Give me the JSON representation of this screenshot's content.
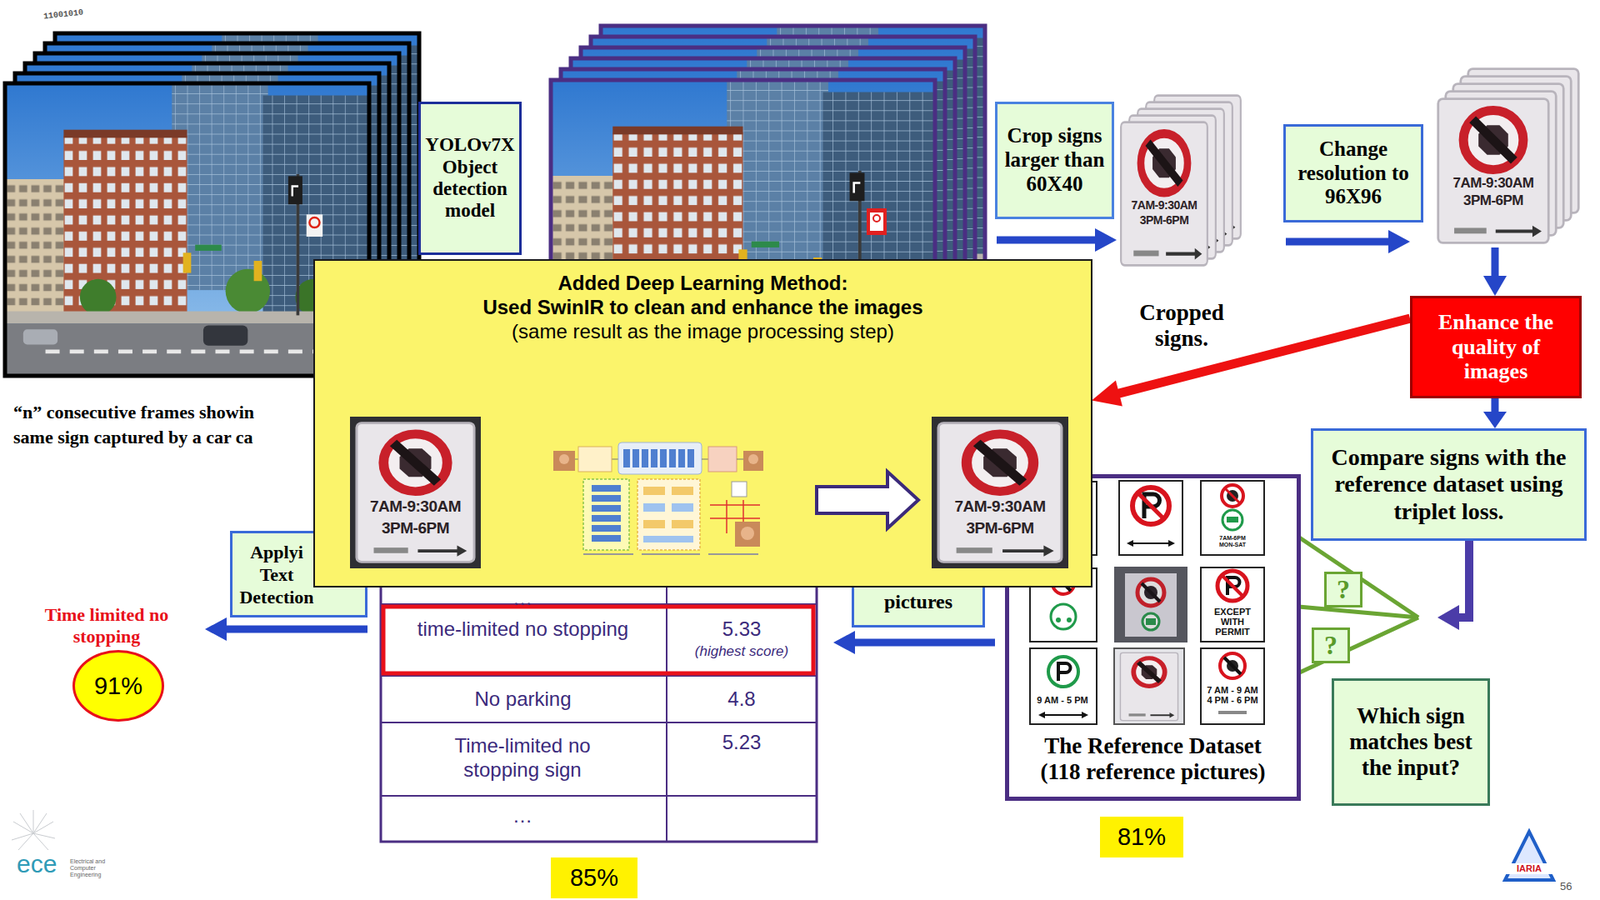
{
  "diagram": {
    "nodes": [
      {
        "text": [
          "YOLOv7X Object detection model"
        ]
      },
      {
        "text": [
          "Crop signs larger than 60X40"
        ]
      },
      {
        "text": [
          "Change resolution to 96X96"
        ]
      },
      {
        "text": [
          "Enhance the quality of images"
        ]
      },
      {
        "text": [
          "Added Deep Learning Method:",
          "Used SwinIR to clean and enhance the images",
          "(same result as the image processing step)"
        ]
      },
      {
        "text": [
          "Compare signs with the reference dataset using triplet loss."
        ]
      },
      {
        "text": [
          "Applyi Text Detection"
        ]
      },
      {
        "text": [
          "pictures"
        ]
      },
      {
        "text": [
          "The Reference Dataset",
          "(118 reference pictures)"
        ]
      },
      {
        "text": [
          "?"
        ]
      },
      {
        "text": [
          "?"
        ]
      },
      {
        "text": [
          "Which sign matches best the input?"
        ]
      },
      {
        "text": [
          "91%"
        ]
      },
      {
        "text": [
          "85%"
        ]
      },
      {
        "text": [
          "81%"
        ]
      }
    ],
    "edges": [
      {
        "from": 3,
        "to": 4,
        "arrow": "to"
      },
      {
        "from": 3,
        "to": 5,
        "arrow": "to"
      }
    ],
    "labels": [
      "11001010",
      "“n” consecutive frames showin",
      "same sign captured by a car ca",
      "7AM-9:30AM",
      "3PM-6PM",
      "7AM-9:30AM",
      "3PM-6PM",
      "Cropped signs.",
      "7AM-9:30AM",
      "3PM-6PM",
      "7AM-9:30AM",
      "3PM-6PM",
      "EXCEPT WITH PERMIT",
      "7AM-6PM MON-SAT",
      "9 AM - 5 PM",
      "7 AM - 9 AM 4 PM - 6 PM",
      "Time limited no stopping",
      "…",
      "time-limited no stopping",
      "5.33",
      "(highest score)",
      "No parking",
      "4.8",
      "Time-limited no stopping sign",
      "5.23",
      "…",
      "ece",
      "Electrical and Computer Engineering",
      "IARIA",
      "56"
    ]
  }
}
